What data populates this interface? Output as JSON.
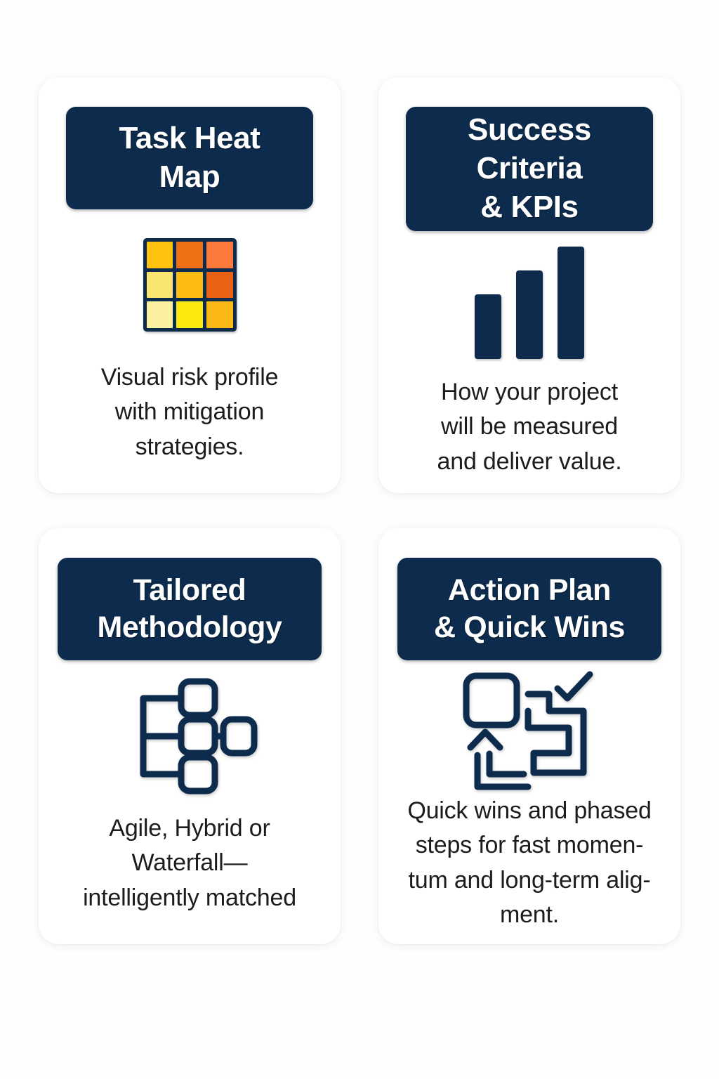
{
  "page": {
    "background_color": "#fefefe",
    "navy": "#0d2b4c",
    "card_background": "#ffffff",
    "body_text_color": "#1c1c1c"
  },
  "cards": [
    {
      "title": "Task Heat\nMap",
      "icon": "heat-map-grid-icon",
      "body": "Visual risk profile\nwith mitigation\nstrategies.",
      "heatmap_colors": [
        [
          "#FFC20E",
          "#ED7014",
          "#FB7A3C"
        ],
        [
          "#FAE570",
          "#FDBC13",
          "#E96213"
        ],
        [
          "#FBF0A0",
          "#FBE910",
          "#FCB814"
        ]
      ]
    },
    {
      "title": "Success Criteria\n& KPIs",
      "icon": "bar-chart-icon",
      "body": "How your project\nwill be measured\nand deliver value.",
      "bar_heights": [
        92,
        126,
        160
      ]
    },
    {
      "title": "Tailored\nMethodology",
      "icon": "hierarchy-tree-icon",
      "body": "Agile, Hybrid or\nWaterfall—\nintelligently matched"
    },
    {
      "title": "Action Plan\n& Quick Wins",
      "icon": "action-plan-steps-icon",
      "body": "Quick wins and phased\nsteps for fast momen-\ntum and long-term alig-\nment."
    }
  ]
}
